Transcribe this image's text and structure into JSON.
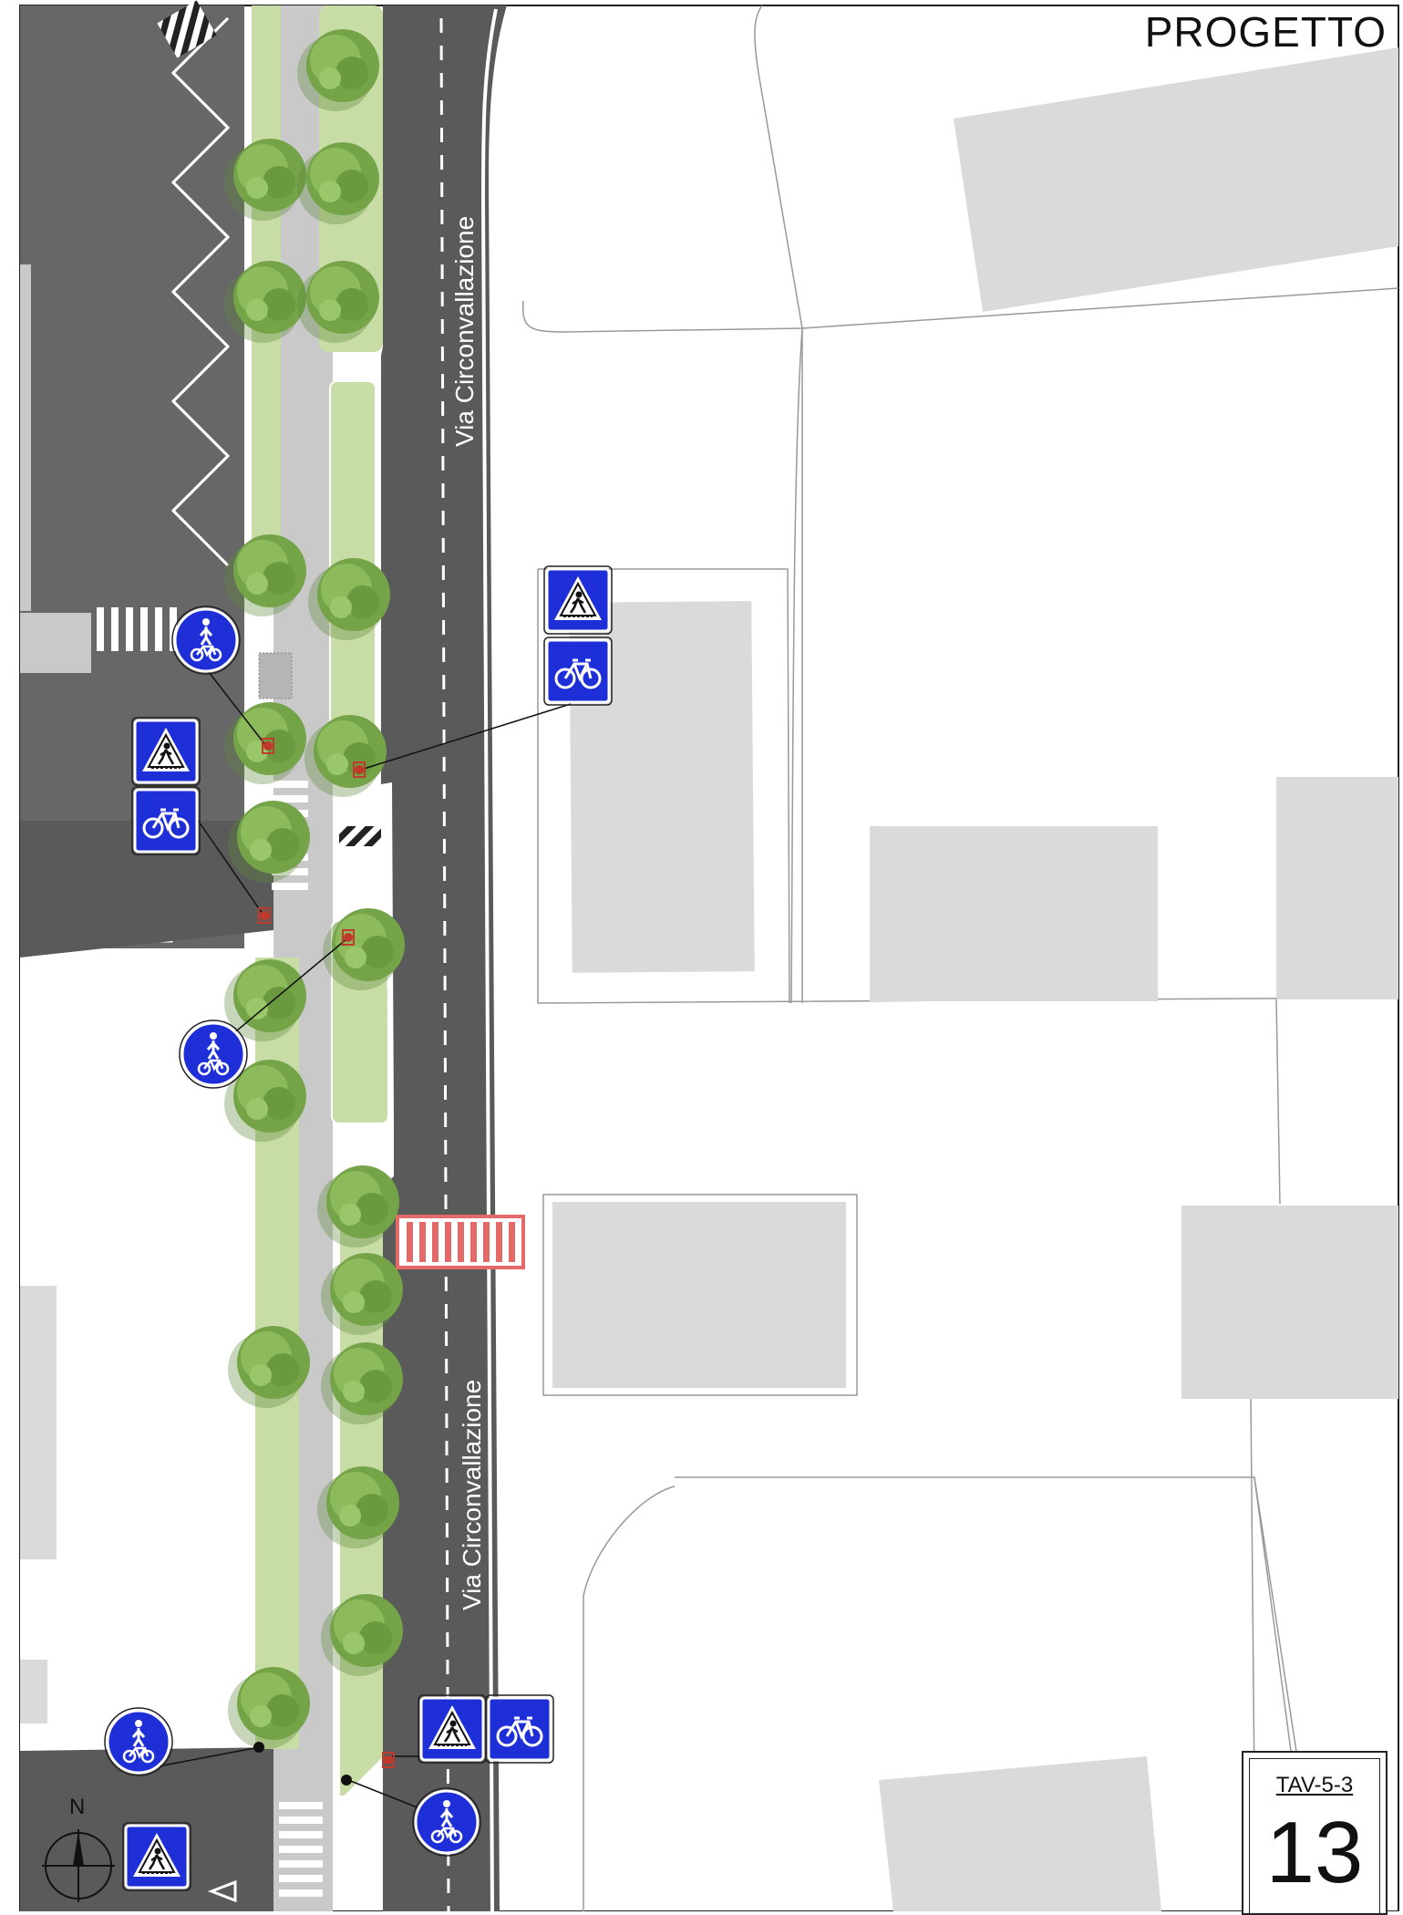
{
  "map": {
    "title": "PROGETTO",
    "street_name": "Via Circonvallazione",
    "sheet_code": "TAV-5-3",
    "sheet_number": "13",
    "north_label": "N"
  },
  "colors": {
    "road": "#5a5a5a",
    "parking_area": "#676767",
    "sidewalk": "#c9c9c9",
    "green_strip": "#c8dca6",
    "building": "#dadada",
    "tree": "#6f9e44",
    "sign_blue": "#1f2fd8",
    "crossing_red": "#e46a6a"
  },
  "legend": {
    "symbols": [
      "tree-icon",
      "pedestrian-crossing-sign",
      "cycle-crossing-sign",
      "shared-path-sign",
      "bollard-icon",
      "north-arrow-icon"
    ]
  }
}
